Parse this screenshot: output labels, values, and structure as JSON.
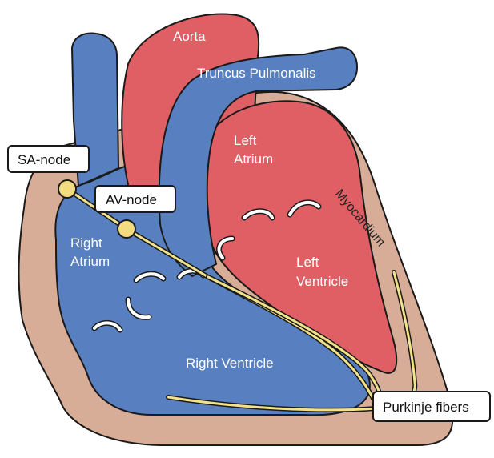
{
  "colors": {
    "blood_blue": "#587fbf",
    "blood_red": "#e05f64",
    "myocardium": "#d7ad97",
    "conduction": "#f2e28a",
    "node": "#f3dc80",
    "outline": "#1a1a1a"
  },
  "labels": {
    "aorta": "Aorta",
    "truncus": "Truncus Pulmonalis",
    "left_atrium": [
      "Left",
      "Atrium"
    ],
    "left_ventricle": [
      "Left",
      "Ventricle"
    ],
    "right_atrium": [
      "Right",
      "Atrium"
    ],
    "right_ventricle": "Right Ventricle",
    "myocardium": "Myocardium"
  },
  "callouts": {
    "sa_node": "SA-node",
    "av_node": "AV-node",
    "purkinje": "Purkinje fibers"
  }
}
